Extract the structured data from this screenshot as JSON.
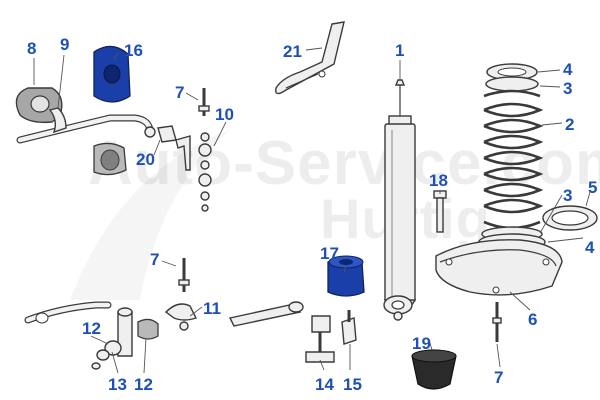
{
  "watermark": {
    "line1": "Auto-Service.com",
    "line2": "Hurtig"
  },
  "colors": {
    "callout": "#1f4fb8",
    "poly_bushing": "#1b3fa8",
    "line_art": "#3a3a3a"
  },
  "callouts": {
    "c1": "1",
    "c2": "2",
    "c3a": "3",
    "c3b": "3",
    "c4a": "4",
    "c4b": "4",
    "c5": "5",
    "c6": "6",
    "c7a": "7",
    "c7b": "7",
    "c7c": "7",
    "c8": "8",
    "c9": "9",
    "c10": "10",
    "c11": "11",
    "c12a": "12",
    "c12b": "12",
    "c13": "13",
    "c14": "14",
    "c15": "15",
    "c16": "16",
    "c17": "17",
    "c18": "18",
    "c19": "19",
    "c20": "20",
    "c21": "21"
  }
}
